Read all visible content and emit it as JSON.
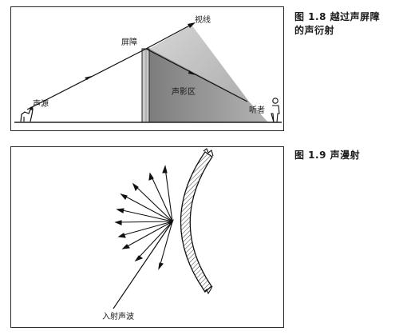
{
  "figure1": {
    "caption_number": "图 1.8",
    "caption_line1": "越过声屏障",
    "caption_line2": "的声衍射",
    "labels": {
      "source": "声源",
      "barrier": "屏障",
      "sight_line": "视线",
      "shadow_zone": "声影区",
      "listener": "听者"
    }
  },
  "figure2": {
    "caption_number": "图 1.9",
    "caption_title": "声漫射",
    "labels": {
      "incident_wave": "入射声波"
    }
  }
}
